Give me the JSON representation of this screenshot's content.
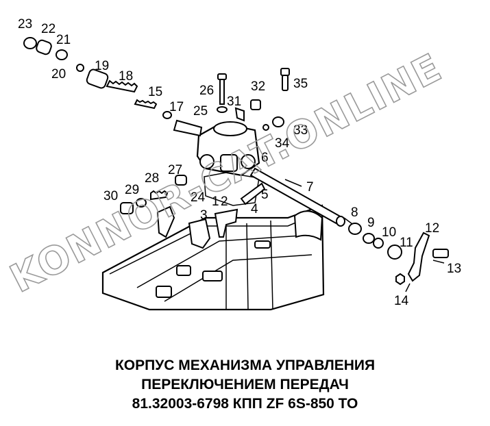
{
  "callouts": [
    {
      "id": "1",
      "label": "1"
    },
    {
      "id": "2",
      "label": "2"
    },
    {
      "id": "3",
      "label": "3"
    },
    {
      "id": "4",
      "label": "4"
    },
    {
      "id": "5",
      "label": "5"
    },
    {
      "id": "6",
      "label": "6"
    },
    {
      "id": "7",
      "label": "7"
    },
    {
      "id": "8",
      "label": "8"
    },
    {
      "id": "9",
      "label": "9"
    },
    {
      "id": "10",
      "label": "10"
    },
    {
      "id": "11",
      "label": "11"
    },
    {
      "id": "12",
      "label": "12"
    },
    {
      "id": "13",
      "label": "13"
    },
    {
      "id": "14",
      "label": "14"
    },
    {
      "id": "15",
      "label": "15"
    },
    {
      "id": "17",
      "label": "17"
    },
    {
      "id": "18",
      "label": "18"
    },
    {
      "id": "19",
      "label": "19"
    },
    {
      "id": "20",
      "label": "20"
    },
    {
      "id": "21",
      "label": "21"
    },
    {
      "id": "22",
      "label": "22"
    },
    {
      "id": "23",
      "label": "23"
    },
    {
      "id": "24",
      "label": "24"
    },
    {
      "id": "25",
      "label": "25"
    },
    {
      "id": "26",
      "label": "26"
    },
    {
      "id": "27",
      "label": "27"
    },
    {
      "id": "28",
      "label": "28"
    },
    {
      "id": "29",
      "label": "29"
    },
    {
      "id": "30",
      "label": "30"
    },
    {
      "id": "31",
      "label": "31"
    },
    {
      "id": "32",
      "label": "32"
    },
    {
      "id": "33",
      "label": "33"
    },
    {
      "id": "34",
      "label": "34"
    },
    {
      "id": "35",
      "label": "35"
    }
  ],
  "watermark": "KONNOR-CAT.ONLINE",
  "caption": {
    "line1": "КОРПУС МЕХАНИЗМА УПРАВЛЕНИЯ",
    "line2": "ПЕРЕКЛЮЧЕНИЕМ ПЕРЕДАЧ",
    "line3": "81.32003-6798 КПП ZF 6S-850 ТО"
  }
}
